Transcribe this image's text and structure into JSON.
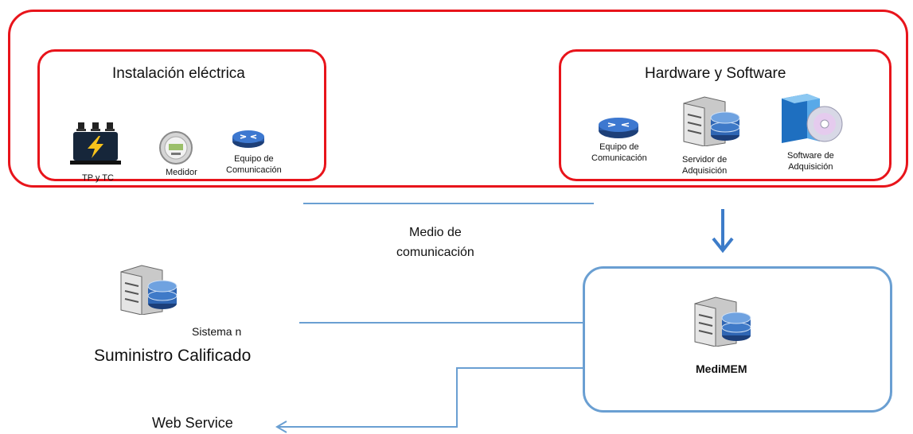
{
  "top_group": {
    "electrical": {
      "title": "Instalación eléctrica",
      "items": [
        {
          "label": "TP y TC"
        },
        {
          "label": "Medidor"
        },
        {
          "label_line1": "Equipo de",
          "label_line2": "Comunicación"
        }
      ]
    },
    "hardware": {
      "title": "Hardware y Software",
      "items": [
        {
          "label_line1": "Equipo de",
          "label_line2": "Comunicación"
        },
        {
          "label_line1": "Servidor de",
          "label_line2": "Adquisición"
        },
        {
          "label_line1": "Software de",
          "label_line2": "Adquisición"
        }
      ]
    }
  },
  "connection": {
    "label_line1": "Medio de",
    "label_line2": "comunicación"
  },
  "system_n": {
    "label": "Sistema n",
    "subtitle": "Suministro Calificado"
  },
  "medimem": {
    "label": "MediMEM"
  },
  "web_service": {
    "label": "Web Service"
  },
  "colors": {
    "red": "#e8141b",
    "blue_line": "#6a9fd2",
    "blue_arrow": "#3d7cc9"
  }
}
